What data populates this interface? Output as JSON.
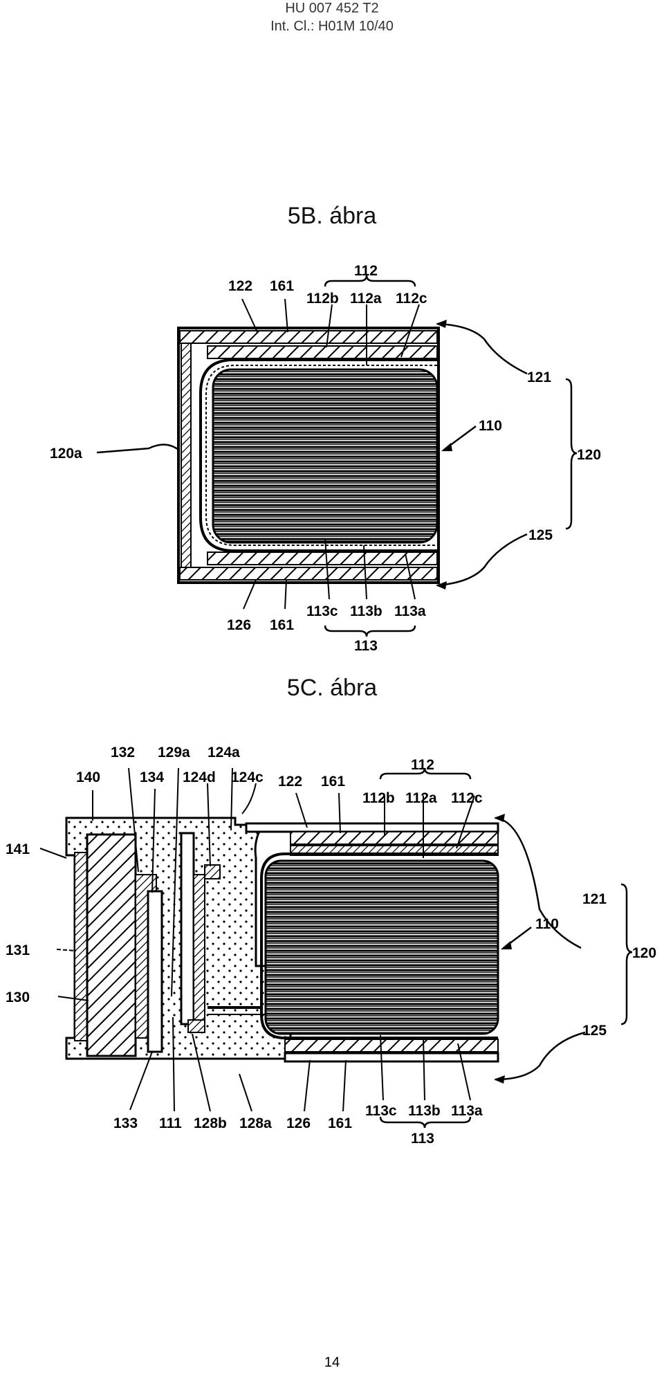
{
  "header": {
    "patent": "HU 007 452 T2",
    "classification": "Int. Cl.: H01M 10/40"
  },
  "figures": [
    {
      "title": "5B. ábra",
      "labels": {
        "l122": "122",
        "l161top": "161",
        "l112": "112",
        "l112b": "112b",
        "l112a": "112a",
        "l112c": "112c",
        "l121": "121",
        "l110": "110",
        "l120": "120",
        "l120a": "120a",
        "l125": "125",
        "l126": "126",
        "l161bot": "161",
        "l113c": "113c",
        "l113b": "113b",
        "l113a": "113a",
        "l113": "113"
      }
    },
    {
      "title": "5C. ábra",
      "labels": {
        "l132": "132",
        "l129a": "129a",
        "l124a": "124a",
        "l140": "140",
        "l134": "134",
        "l124d": "124d",
        "l124c": "124c",
        "l122": "122",
        "l161top": "161",
        "l112": "112",
        "l112b": "112b",
        "l112a": "112a",
        "l112c": "112c",
        "l141": "141",
        "l121": "121",
        "l110": "110",
        "l120": "120",
        "l131": "131",
        "l130": "130",
        "l125": "125",
        "l133": "133",
        "l111": "111",
        "l128b": "128b",
        "l128a": "128a",
        "l126": "126",
        "l161bot": "161",
        "l113c": "113c",
        "l113b": "113b",
        "l113a": "113a",
        "l113": "113"
      }
    }
  ],
  "page_number": "14"
}
